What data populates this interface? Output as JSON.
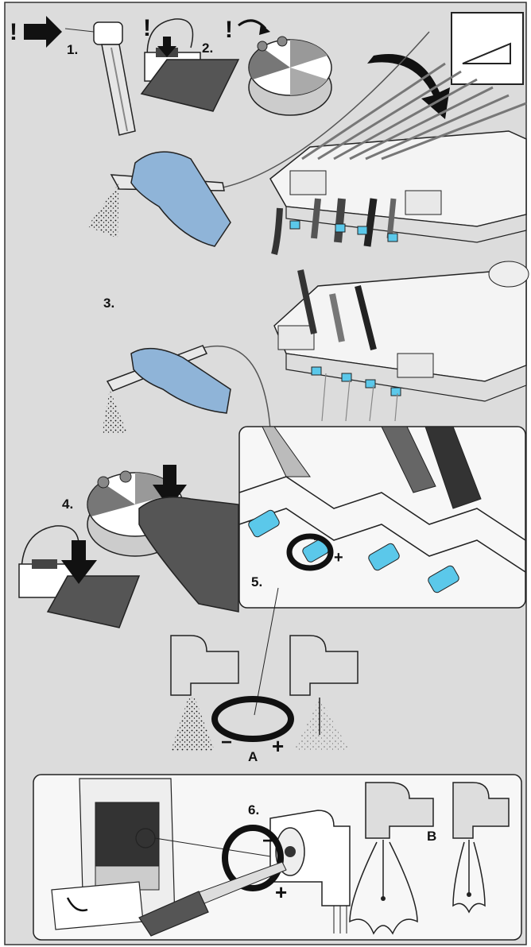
{
  "labels": {
    "step1": "1.",
    "step2": "2.",
    "step3": "3.",
    "step4": "4.",
    "step5": "5.",
    "step6": "6.",
    "label_a": "A",
    "label_b": "B",
    "minus": "−",
    "plus": "+",
    "warning": "!"
  },
  "colors": {
    "page_background": "#dcdcdc",
    "frame": "#333333",
    "accent_blue": "#5bc8ea",
    "glove_blue": "#8fb4d8",
    "line": "#1a1a1a"
  },
  "icons": [
    "arrow-right-icon",
    "warning-icon",
    "rotate-arrow-icon",
    "ramp-graph-icon",
    "curved-arrow-icon",
    "rotation-ring-icon"
  ]
}
